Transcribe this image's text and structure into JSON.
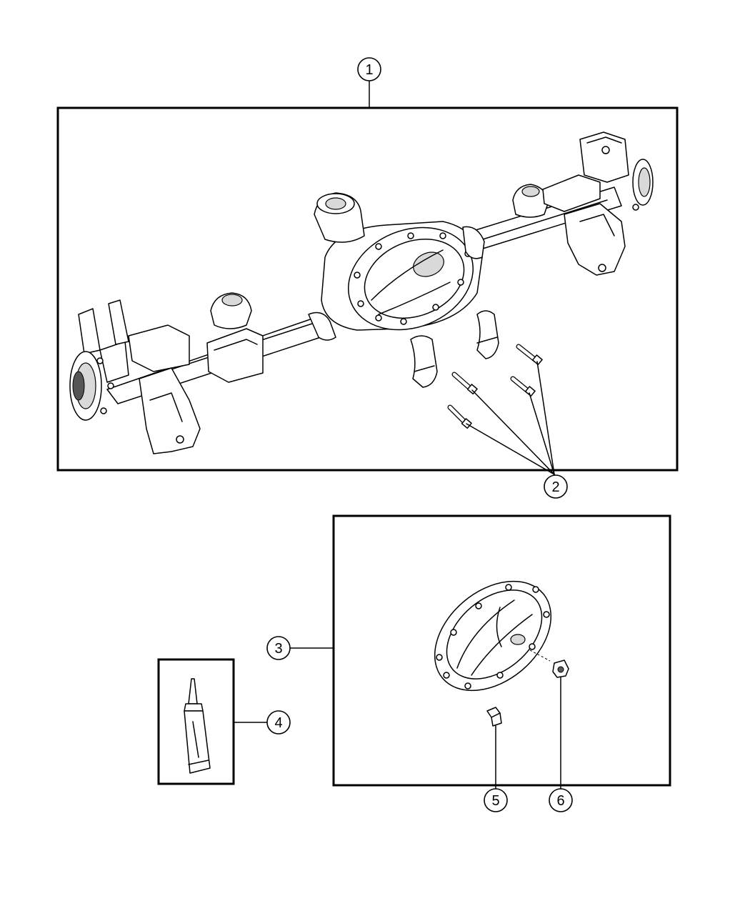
{
  "callouts": {
    "c1": "1",
    "c2": "2",
    "c3": "3",
    "c4": "4",
    "c5": "5",
    "c6": "6"
  },
  "parts": {
    "axle_assembly": "axle-assembly",
    "bearing_cap_bolts": "bearing-cap-bolts",
    "differential_cover": "differential-cover",
    "sealant_tube": "sealant-tube",
    "cover_bolt": "cover-bolt",
    "fill_plug": "fill-plug"
  }
}
